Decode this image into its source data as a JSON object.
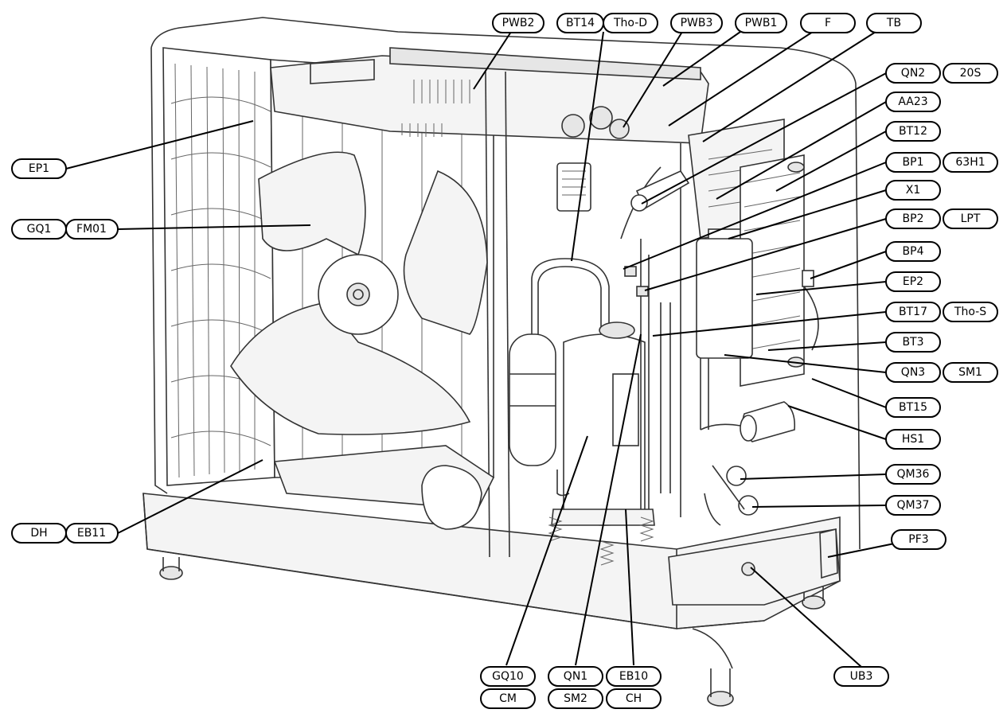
{
  "labels": {
    "PWB2": "PWB2",
    "BT14": "BT14",
    "Tho-D": "Tho-D",
    "PWB3": "PWB3",
    "PWB1": "PWB1",
    "F": "F",
    "TB": "TB",
    "QN2": "QN2",
    "20S": "20S",
    "AA23": "AA23",
    "BT12": "BT12",
    "BP1": "BP1",
    "63H1": "63H1",
    "X1": "X1",
    "BP2": "BP2",
    "LPT": "LPT",
    "BP4": "BP4",
    "EP2": "EP2",
    "BT17": "BT17",
    "Tho-S": "Tho-S",
    "BT3": "BT3",
    "QN3": "QN3",
    "SM1": "SM1",
    "BT15": "BT15",
    "HS1": "HS1",
    "QM36": "QM36",
    "QM37": "QM37",
    "PF3": "PF3",
    "UB3": "UB3",
    "EP1": "EP1",
    "GQ1": "GQ1",
    "FM01": "FM01",
    "DH": "DH",
    "EB11": "EB11",
    "GQ10": "GQ10",
    "CM": "CM",
    "QN1": "QN1",
    "SM2": "SM2",
    "EB10": "EB10",
    "CH": "CH"
  },
  "colors": {
    "line": "#000000",
    "background": "#ffffff"
  }
}
